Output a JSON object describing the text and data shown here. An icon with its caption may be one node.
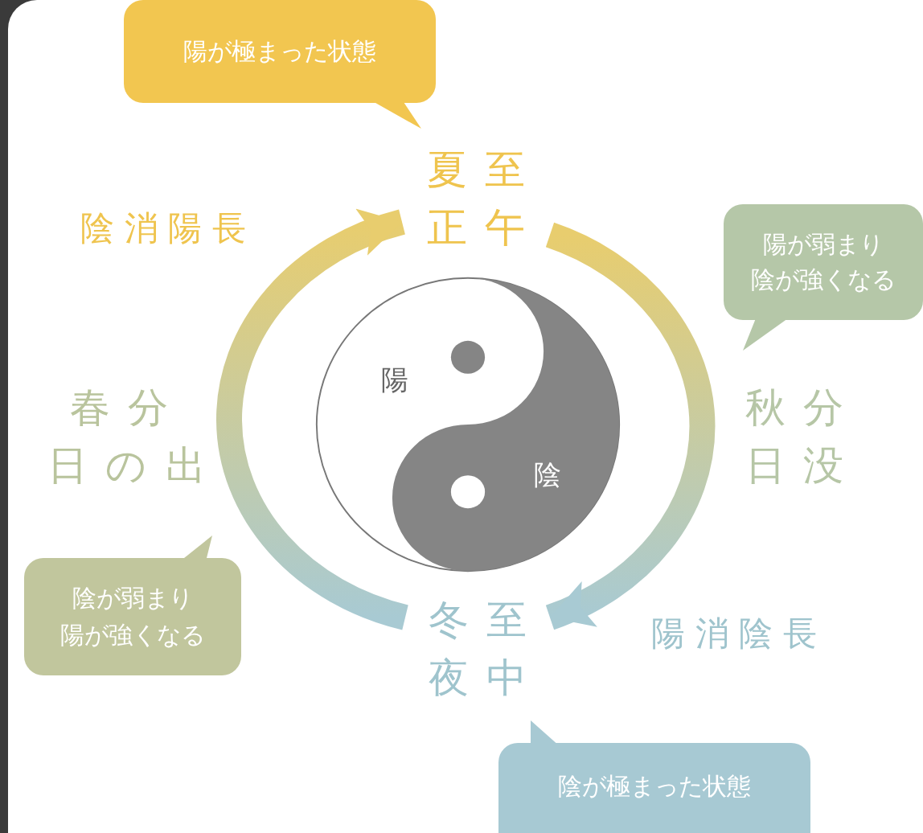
{
  "diagram": {
    "nodes": [
      {
        "text": [
          "陽が極まった状態"
        ]
      },
      {
        "text": [
          "夏至正午"
        ]
      },
      {
        "text": [
          "陽が弱まり陰が強くなる"
        ]
      },
      {
        "text": [
          "春分日の出"
        ]
      },
      {
        "text": [
          "陽",
          "陰"
        ]
      },
      {
        "text": [
          "秋分日没"
        ]
      },
      {
        "text": [
          "陰が弱まり陽が強くなる"
        ]
      },
      {
        "text": [
          "冬至夜中"
        ]
      },
      {
        "text": [
          "陰が極まった状態"
        ]
      }
    ],
    "edges": [
      {
        "from": 7,
        "to": 1,
        "arrow": "to",
        "label": "陰消陽長"
      },
      {
        "from": 1,
        "to": 7,
        "arrow": "to",
        "label": "陽消陰長"
      }
    ]
  }
}
